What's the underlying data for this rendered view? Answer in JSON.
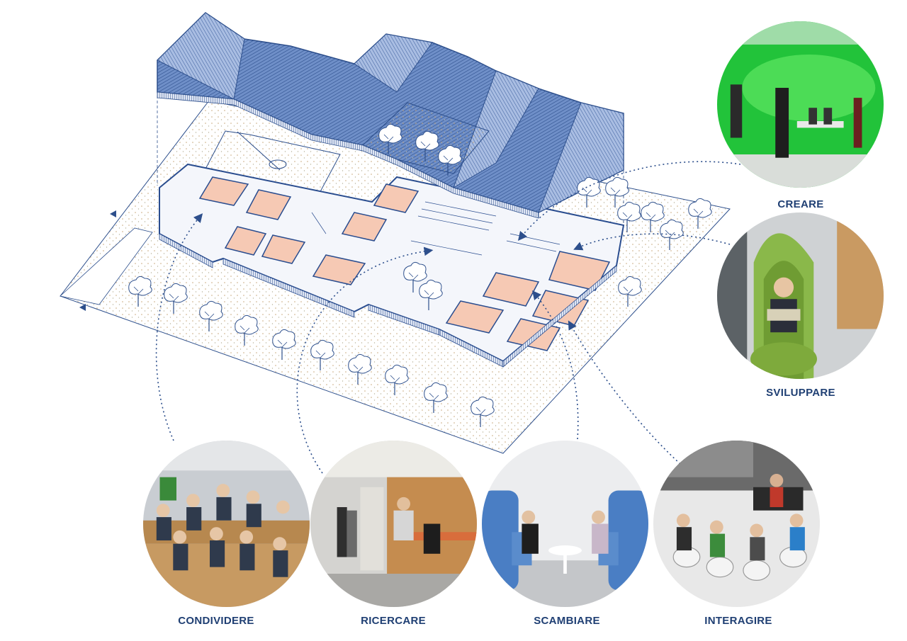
{
  "activities": [
    {
      "id": "creare",
      "label": "CREARE"
    },
    {
      "id": "sviluppare",
      "label": "SVILUPPARE"
    },
    {
      "id": "condividere",
      "label": "CONDIVIDERE"
    },
    {
      "id": "ricercare",
      "label": "RICERCARE"
    },
    {
      "id": "scambiare",
      "label": "SCAMBIARE"
    },
    {
      "id": "interagire",
      "label": "INTERAGIRE"
    }
  ],
  "colors": {
    "label": "#1f3f73",
    "line": "#2d4f8c",
    "roof": "#4f74b4",
    "roof_light": "#8fa8d6",
    "site_dots": "#c8a77a",
    "room_fill": "#f6c9b4",
    "wall": "#2a4d8f"
  },
  "icons": [
    "tree-icon",
    "arrow-marker-icon"
  ]
}
